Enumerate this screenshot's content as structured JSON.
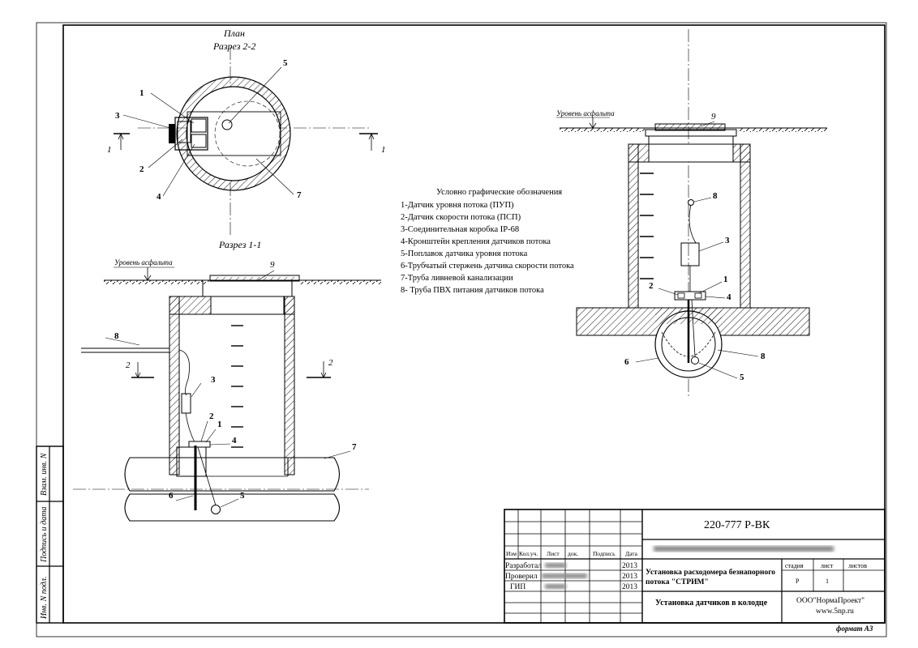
{
  "plan": {
    "title": "План",
    "subtitle": "Разрез 2-2"
  },
  "section11": {
    "title": "Разрез 1-1"
  },
  "asphalt": "Уровень асфальта",
  "cut_marks": {
    "one": "1",
    "two": "2"
  },
  "callouts": {
    "n1": "1",
    "n2": "2",
    "n3": "3",
    "n4": "4",
    "n5": "5",
    "n6": "6",
    "n7": "7",
    "n8": "8",
    "n9": "9"
  },
  "legend": {
    "title": "Условно графические обозначения",
    "items": [
      "1-Датчик уровня потока (ПУП)",
      "2-Датчик скорости потока (ПСП)",
      "3-Соединительная коробка IP-68",
      "4-Кронштейн крепления датчиков потока",
      "5-Поплавок датчика уровня потока",
      "6-Трубчатый стержень датчика скорости потока",
      "7-Труба ливневой канализации",
      "8- Труба ПВХ питания датчиков потока"
    ]
  },
  "side_stamp": {
    "col1": "Инв. N подл.",
    "col2": "Подпись и дата",
    "col3": "Взам. инв. N"
  },
  "stamp": {
    "code": "220-777 Р-ВК",
    "headers": {
      "izm": "Изм",
      "kol": "Кол.уч.",
      "list": "Лист",
      "doc": "док.",
      "podpis": "Подпись",
      "data": "Дата"
    },
    "rows": [
      {
        "role": "Разработал",
        "year": "2013"
      },
      {
        "role": "Проверил",
        "year": "2013"
      },
      {
        "role": "ГИП",
        "year": "2013"
      }
    ],
    "title1": "Установка расходомера безнапорного",
    "title2": "потока \"СТРИМ\"",
    "sheet_title": "Установка датчиков в колодце",
    "stage_label": "стадия",
    "list_label": "лист",
    "lists_label": "листов",
    "stage": "Р",
    "list": "1",
    "org": "ООО\"НормаПроект\"",
    "site": "www.5np.ru"
  },
  "format": "формат А3"
}
